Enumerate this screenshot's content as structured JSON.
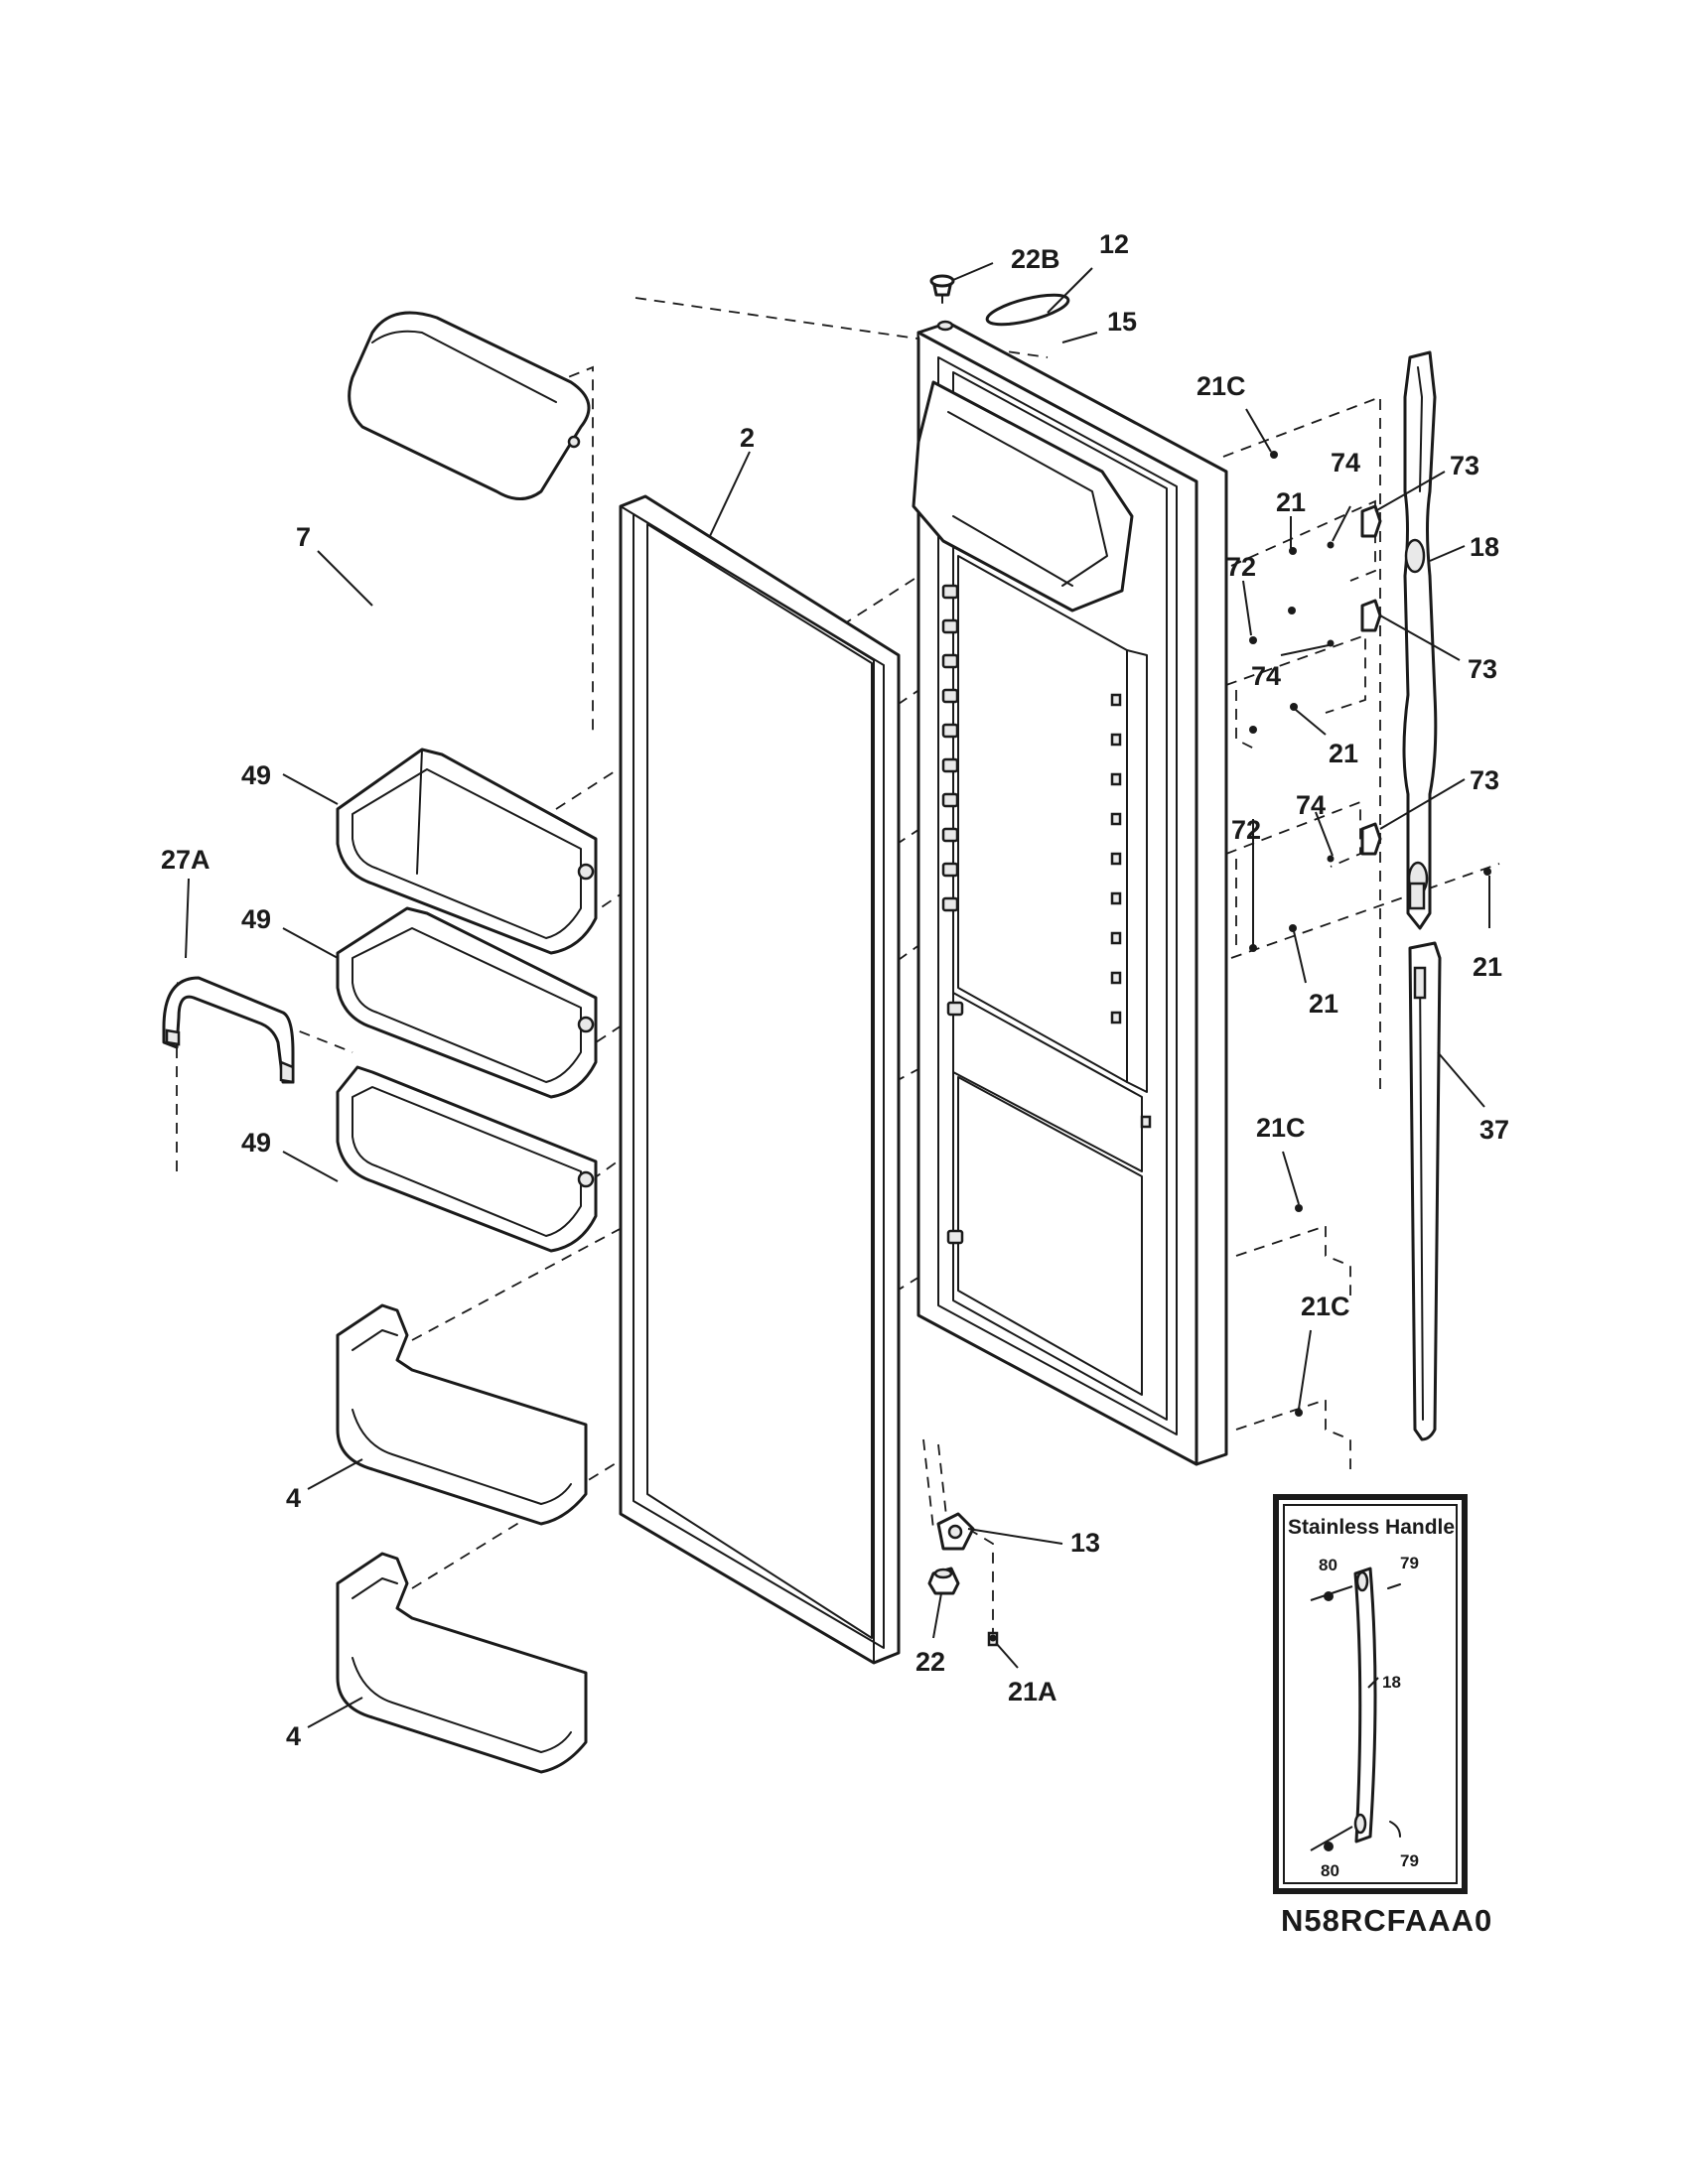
{
  "callouts": {
    "c22B": "22B",
    "c12": "12",
    "c15": "15",
    "c21C_top": "21C",
    "c74_a": "74",
    "c73_a": "73",
    "c21_a": "21",
    "c18": "18",
    "c72_a": "72",
    "c74_b": "74",
    "c73_b": "73",
    "c21_b": "21",
    "c74_c": "74",
    "c73_c": "73",
    "c72_b": "72",
    "c21_c": "21",
    "c21_d": "21",
    "c37": "37",
    "c21C_mid": "21C",
    "c21C_low": "21C",
    "c2": "2",
    "c7": "7",
    "c49_a": "49",
    "c49_b": "49",
    "c49_c": "49",
    "c27A": "27A",
    "c4_a": "4",
    "c4_b": "4",
    "c13": "13",
    "c22": "22",
    "c21A": "21A"
  },
  "inset": {
    "title": "Stainless Handle",
    "c80_top": "80",
    "c79_top": "79",
    "c18": "18",
    "c80_bot": "80",
    "c79_bot": "79"
  },
  "model_number": "N58RCFAAA0"
}
